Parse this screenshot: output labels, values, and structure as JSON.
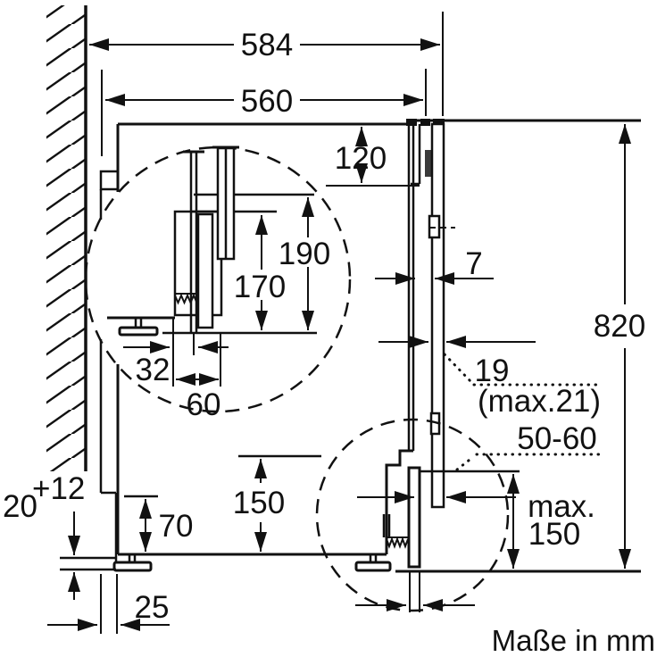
{
  "diagram": {
    "unit_note": "Maße in mm",
    "colors": {
      "line": "#111111",
      "background": "#ffffff",
      "hinge_block": "#3a3a3a"
    },
    "dimensions": {
      "niche_depth": "584",
      "appliance_depth": "560",
      "top_clearance": "120",
      "hose_height_max": "190",
      "hose_height_min": "170",
      "hose_offset": "32",
      "hose_spread": "60",
      "front_gap": "7",
      "appliance_height": "820",
      "furniture_door_thickness": "19",
      "furniture_door_thickness_max": "(max.21)",
      "plinth_recess": "50-60",
      "plinth_max_prefix": "max.",
      "plinth_max_value": "150",
      "plinth_opening": "150",
      "rear_foot_height": "70",
      "leveling_base": "20",
      "leveling_range": "+12",
      "wall_clearance": "25"
    }
  }
}
